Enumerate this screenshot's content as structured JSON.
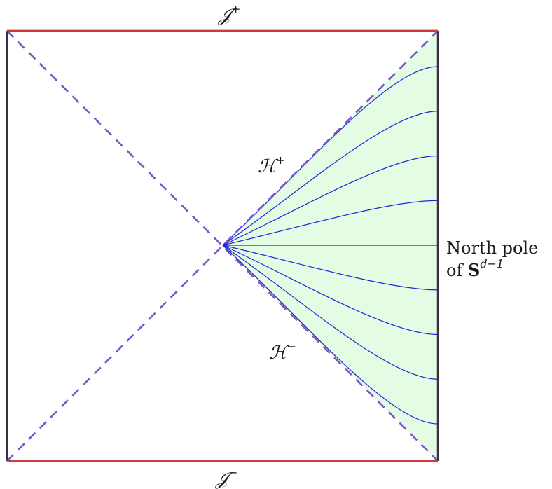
{
  "labels": {
    "scri_plus": {
      "base": "𝒥",
      "sup": "+"
    },
    "scri_minus": {
      "base": "𝒥",
      "sup": "−"
    },
    "h_plus": {
      "base": "ℋ",
      "sup": "+"
    },
    "h_minus": {
      "base": "ℋ",
      "sup": "−"
    },
    "north_pole_line1": "North pole",
    "north_pole_line2_prefix": "of ",
    "north_pole_bold": "S",
    "north_pole_sup": "d−1"
  },
  "colors": {
    "boundary_side": "#3a3244",
    "infinity_edge": "#cc3b3b",
    "horizon_dash": "#7a55c8",
    "region_fill": "#e4fbe4",
    "flow_curve": "#2424d6"
  },
  "flow_curves": {
    "count": 9,
    "spacing_factors": [
      -1,
      -0.75,
      -0.5,
      -0.25,
      0,
      0.25,
      0.5,
      0.75,
      1
    ]
  }
}
